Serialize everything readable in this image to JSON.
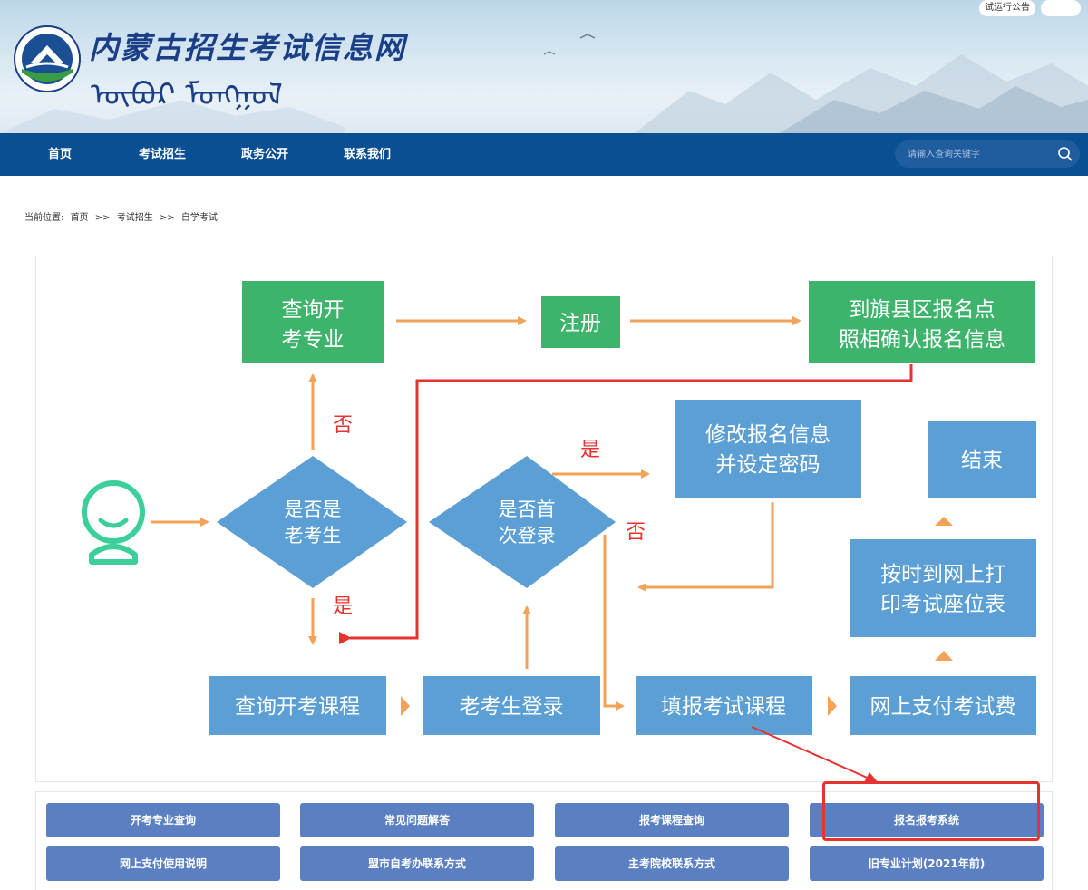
{
  "header": {
    "site_title": "内蒙古招生考试信息网",
    "mongol_script": "ᠥᠪᠦᠷ ᠮᠣᠩᠭᠣᠯ",
    "top_links": [
      "试运行公告"
    ]
  },
  "nav": {
    "items": [
      "首页",
      "考试招生",
      "政务公开",
      "联系我们"
    ],
    "search_placeholder": "请输入查询关键字"
  },
  "breadcrumb": {
    "label": "当前位置:",
    "items": [
      "首页",
      "考试招生",
      "自学考试"
    ],
    "separator": ">>"
  },
  "flowchart": {
    "nodes": {
      "query_major_line1": "查询开",
      "query_major_line2": "考专业",
      "register": "注册",
      "confirm_line1": "到旗县区报名点",
      "confirm_line2": "照相确认报名信息",
      "old_examinee_line1": "是否是",
      "old_examinee_line2": "老考生",
      "first_login_line1": "是否首",
      "first_login_line2": "次登录",
      "modify_line1": "修改报名信息",
      "modify_line2": "并设定密码",
      "end": "结束",
      "print_line1": "按时到网上打",
      "print_line2": "印考试座位表",
      "query_course": "查询开考课程",
      "old_login": "老考生登录",
      "fill_course": "填报考试课程",
      "pay_fee": "网上支付考试费"
    },
    "labels": {
      "no_1": "否",
      "yes_1": "是",
      "yes_2": "是",
      "no_2": "否"
    },
    "colors": {
      "green": "#3db36c",
      "blue": "#5b9fd4",
      "diamond": "#5b9fd4",
      "arrow": "#f2a35a",
      "red": "#e53330",
      "person": "#3ccf9a"
    }
  },
  "links": {
    "row1": [
      "开考专业查询",
      "常见问题解答",
      "报考课程查询",
      "报名报考系统"
    ],
    "row2": [
      "网上支付使用说明",
      "盟市自考办联系方式",
      "主考院校联系方式",
      "旧专业计划(2021年前)"
    ]
  }
}
